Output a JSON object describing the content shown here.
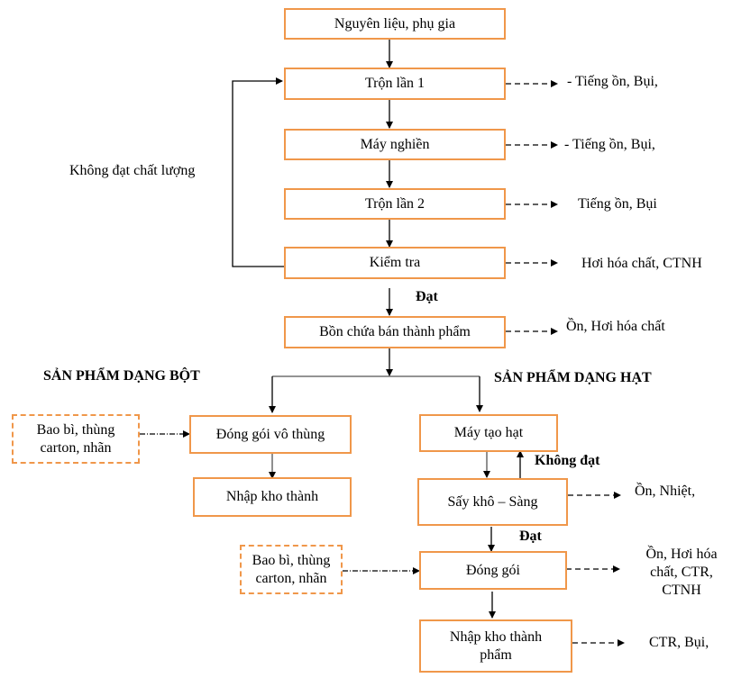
{
  "colors": {
    "box_border": "#F0974A",
    "line": "#000000"
  },
  "main_flow": {
    "raw_materials": "Nguyên liệu, phụ gia",
    "mix_1": "Trộn lần 1",
    "grinder": "Máy nghiền",
    "mix_2": "Trộn lần 2",
    "inspection": "Kiểm tra",
    "semi_product_tank": "Bồn chứa bán thành phẩm"
  },
  "emissions": {
    "mix_1": "- Tiếng ồn, Bụi,",
    "grinder": "- Tiếng ồn, Bụi,",
    "mix_2": "Tiếng ồn, Bụi",
    "inspection": "Hơi hóa chất, CTNH",
    "semi_product_tank": "Ồn, Hơi hóa chất",
    "drying": "Ồn, Nhiệt,",
    "packaging_granule": [
      "Ồn, Hơi hóa",
      "chất, CTR,",
      "CTNH"
    ],
    "warehouse_granule": "CTR, Bụi,"
  },
  "labels": {
    "fail_quality": "Không đạt chất lượng",
    "pass": "Đạt",
    "fail": "Không đạt",
    "pass_2": "Đạt"
  },
  "powder_branch": {
    "heading": "SẢN PHẨM DẠNG BỘT",
    "materials": [
      "Bao bì, thùng",
      "carton, nhãn"
    ],
    "packaging": "Đóng gói vô thùng",
    "warehouse": "Nhập kho thành"
  },
  "granule_branch": {
    "heading": "SẢN PHẨM DẠNG HẠT",
    "granulator": "Máy tạo hạt",
    "drying": "Sấy khô – Sàng",
    "materials": [
      "Bao bì, thùng",
      "carton, nhãn"
    ],
    "packaging": "Đóng gói",
    "warehouse": [
      "Nhập kho thành",
      "phẩm"
    ]
  }
}
